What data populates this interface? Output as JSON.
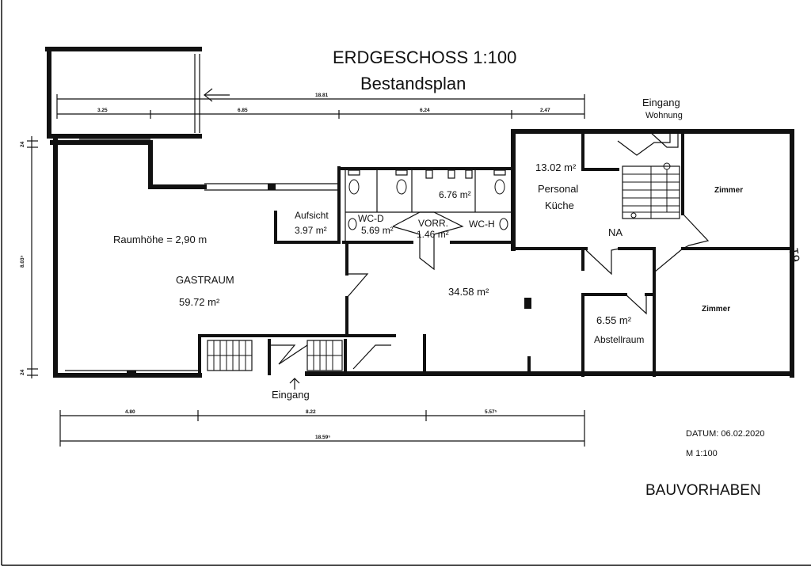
{
  "header": {
    "title": "ERDGESCHOSS 1:100",
    "subtitle": "Bestandsplan"
  },
  "rooms": {
    "gastraum_height": "Raumhöhe = 2,90 m",
    "gastraum_name": "GASTRAUM",
    "gastraum_area": "59.72 m²",
    "aufsicht_name": "Aufsicht",
    "aufsicht_area": "3.97 m²",
    "wcd_name": "WC-D",
    "wcd_area": "5.69 m²",
    "wch_area": "6.76 m²",
    "wch_name": "WC-H",
    "vorr_name": "VORR.",
    "vorr_area": "1.46 m²",
    "hall_area": "34.58 m²",
    "kueche_area": "13.02 m²",
    "kueche_name1": "Personal",
    "kueche_name2": "Küche",
    "na": "NA",
    "abstell_area": "6.55 m²",
    "abstell_name": "Abstellraum",
    "zimmer1": "Zimmer",
    "zimmer2": "Zimmer"
  },
  "labels": {
    "eingang_top": "Eingang",
    "wohnung": "Wohnung",
    "eingang_bottom": "Eingang"
  },
  "dimensions": {
    "top_total": "18.81",
    "top_1": "3.25",
    "top_2": "6.85",
    "top_3": "6.24",
    "top_4": "2.47",
    "left_top": "24",
    "left_mid": "8.03⁵",
    "left_bottom": "24",
    "bottom_1": "4.80",
    "bottom_2": "8.22",
    "bottom_3": "5.57⁵",
    "bottom_total": "18.59⁵"
  },
  "footer": {
    "datum": "DATUM: 06.02.2020",
    "scale": "M 1:100",
    "project": "BAUVORHABEN"
  },
  "side_mark": "61"
}
